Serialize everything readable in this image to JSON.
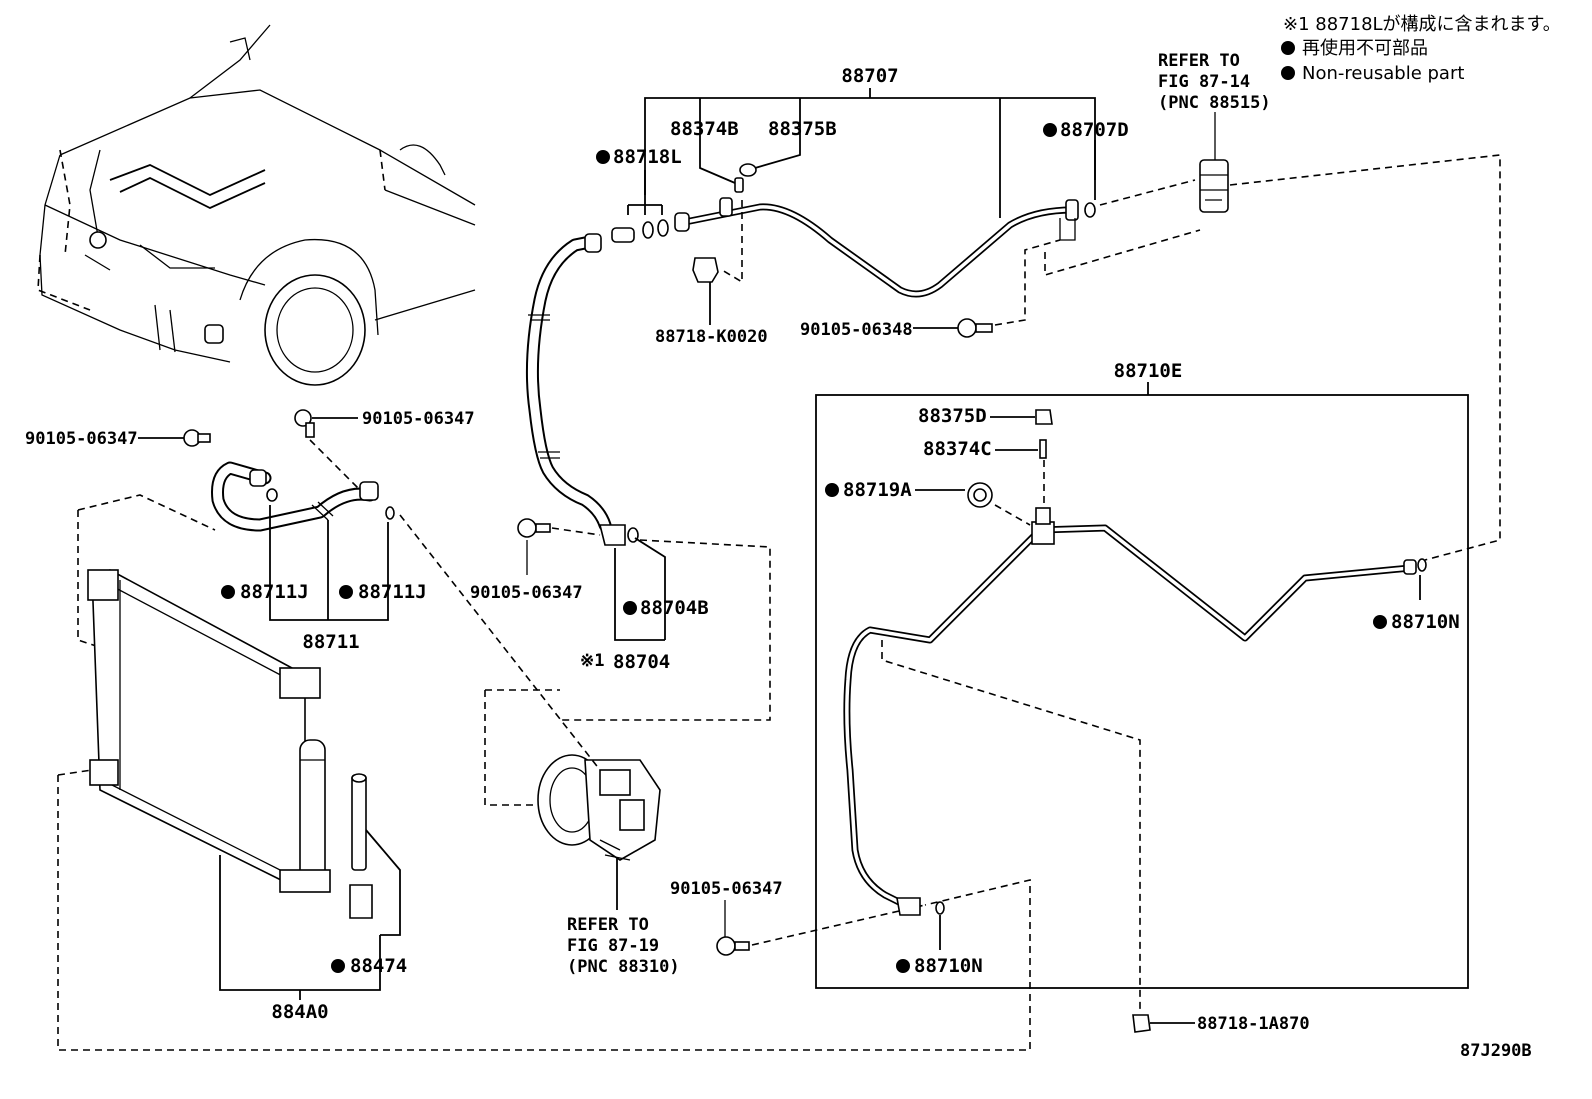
{
  "notes": {
    "line1": "※1 88718Lが構成に含まれます。",
    "line2": "再使用不可部品",
    "line3": "Non-reusable part"
  },
  "refs": {
    "top_right": [
      "REFER TO",
      "FIG 87-14",
      "(PNC 88515)"
    ],
    "compressor": [
      "REFER TO",
      "FIG 87-19",
      "(PNC 88310)"
    ]
  },
  "labels": {
    "p88707": "88707",
    "p88374B": "88374B",
    "p88375B": "88375B",
    "p88718L": "88718L",
    "p88707D": "88707D",
    "p88718K0020": "88718-K0020",
    "p90105_06348": "90105-06348",
    "p88710E": "88710E",
    "p88375D": "88375D",
    "p88374C": "88374C",
    "p88719A": "88719A",
    "p88710N_right": "88710N",
    "p88710N_bottom": "88710N",
    "p90105_06347_a": "90105-06347",
    "p90105_06347_b": "90105-06347",
    "p90105_06347_c": "90105-06347",
    "p90105_06347_d": "90105-06347",
    "p88711J_a": "88711J",
    "p88711J_b": "88711J",
    "p88711": "88711",
    "p88704B": "88704B",
    "p88704_prefix": "※1",
    "p88704": "88704",
    "p88474": "88474",
    "p884A0": "884A0",
    "p88718_1A870": "88718-1A870",
    "fig_code": "87J290B"
  }
}
